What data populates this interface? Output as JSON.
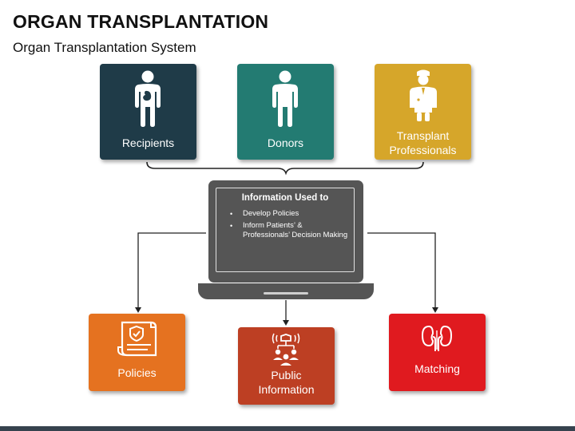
{
  "header": {
    "title": "ORGAN TRANSPLANTATION",
    "subtitle": "Organ Transplantation System"
  },
  "sources": [
    {
      "label": "Recipients",
      "icon": "recipient-person-icon",
      "color": "#1f3b48"
    },
    {
      "label": "Donors",
      "icon": "donor-person-icon",
      "color": "#237b72"
    },
    {
      "label": "Transplant\nProfessionals",
      "icon": "doctor-icon",
      "color": "#d6a62a"
    }
  ],
  "info": {
    "heading": "Information Used to",
    "items": [
      "Develop Policies",
      "Inform Patients’ & Professionals’ Decision Making"
    ]
  },
  "outputs": [
    {
      "label": "Policies",
      "icon": "policy-document-icon",
      "color": "#e57220"
    },
    {
      "label": "Public\nInformation",
      "icon": "public-information-icon",
      "color": "#bd3f23"
    },
    {
      "label": "Matching",
      "icon": "kidneys-icon",
      "color": "#e01a1f"
    }
  ]
}
